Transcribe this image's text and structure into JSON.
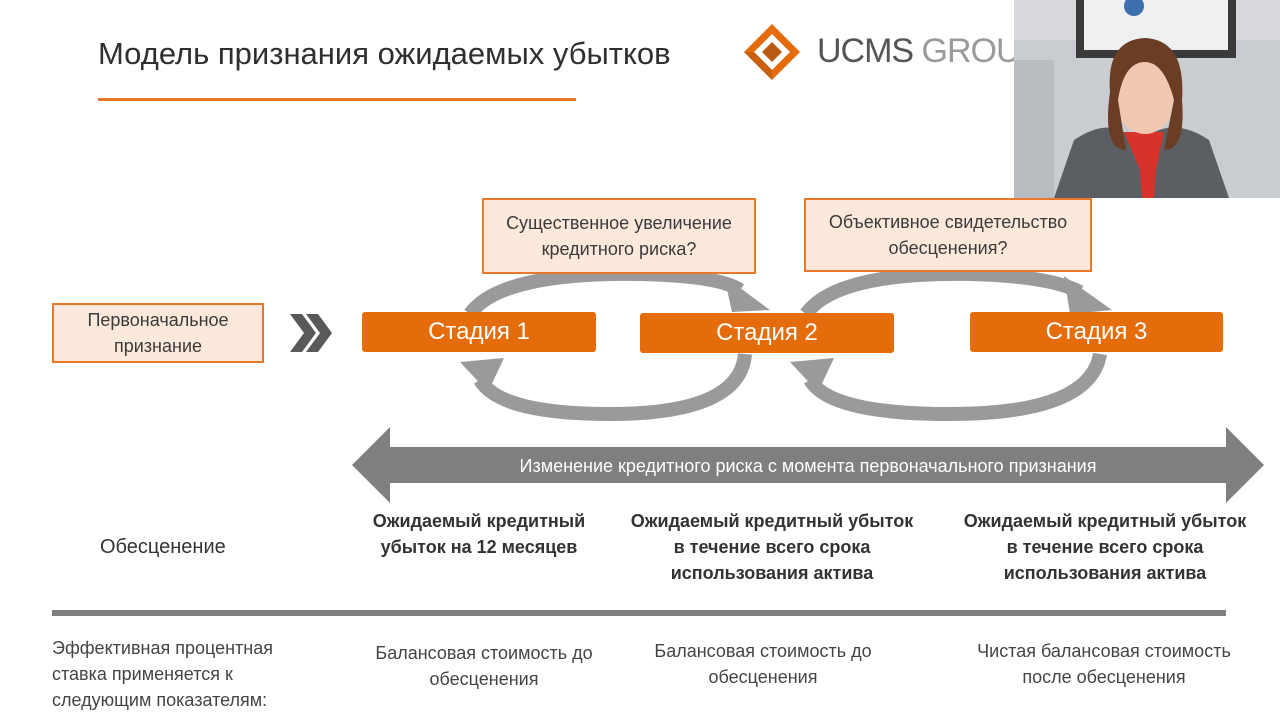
{
  "slide": {
    "title": "Модель признания ожидаемых убытков",
    "logo": {
      "part1": "UCMS",
      "part2": " GROUP"
    },
    "initial_recognition": "Первоначальное признание",
    "question_sicr": "Существенное увеличение кредитного риска?",
    "question_objective": "Объективное свидетельство обесценения?",
    "stages": [
      "Стадия 1",
      "Стадия 2",
      "Стадия 3"
    ],
    "credit_risk_arrow": "Изменение кредитного риска с момента первоначального признания",
    "impairment_label": "Обесценение",
    "impairment": [
      "Ожидаемый кредитный убыток на 12 месяцев",
      "Ожидаемый кредитный убыток в течение всего срока использования актива",
      "Ожидаемый кредитный убыток в течение всего срока использования актива"
    ],
    "eir_label": "Эффективная процентная ставка применяется к следующим показателям:",
    "eir": [
      "Балансовая стоимость до обесценения",
      "Балансовая стоимость до обесценения",
      "Чистая балансовая стоимость после обесценения"
    ]
  },
  "colors": {
    "accent": "#e46c0a",
    "accent_light": "#fde9dc",
    "gray_arrow": "#7f7f7f"
  }
}
